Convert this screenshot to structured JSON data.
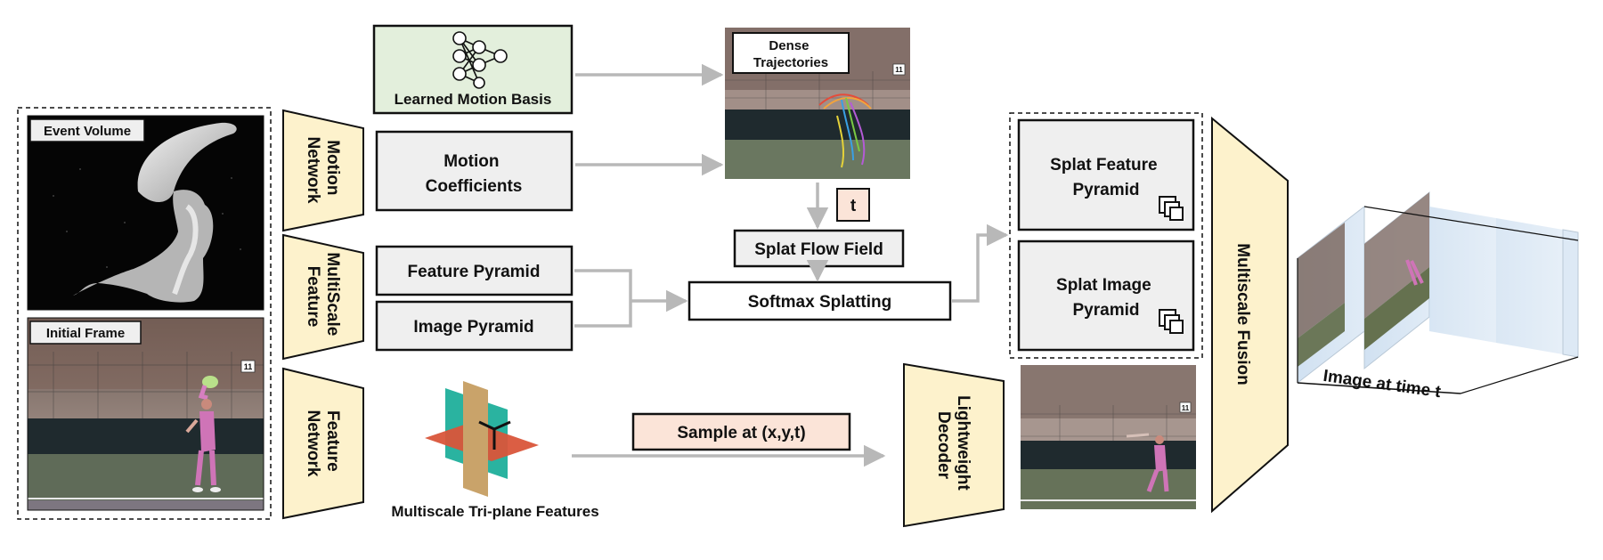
{
  "diagram": {
    "inputs": {
      "event_volume_label": "Event Volume",
      "initial_frame_label": "Initial Frame",
      "frame_badge": "11"
    },
    "networks": {
      "motion_network": [
        "Motion",
        "Network"
      ],
      "multiscale_feature": [
        "MultiScale",
        "Feature"
      ],
      "feature_network": [
        "Feature",
        "Network"
      ]
    },
    "boxes": {
      "learned_motion_basis": "Learned Motion Basis",
      "motion_coefficients": [
        "Motion",
        "Coefficients"
      ],
      "feature_pyramid": "Feature Pyramid",
      "image_pyramid": "Image Pyramid",
      "dense_trajectories": [
        "Dense",
        "Trajectories"
      ],
      "t_token": "t",
      "splat_flow_field": "Splat Flow Field",
      "softmax_splatting": "Softmax Splatting",
      "splat_feature_pyramid": [
        "Splat Feature",
        "Pyramid"
      ],
      "splat_image_pyramid": [
        "Splat Image",
        "Pyramid"
      ],
      "sample_at": "Sample at (x,y,t)",
      "triplane_caption": "Multiscale Tri-plane Features",
      "lightweight_decoder": [
        "Lightweight",
        "Decoder"
      ],
      "multiscale_fusion": "Multiscale Fusion",
      "output_caption": "Image at time t"
    },
    "colors": {
      "trapezoid_fill": "#fdf2cc",
      "basis_fill": "#e3efdc",
      "box_fill": "#efefef",
      "token_fill": "#fbe4d8",
      "arrow": "#b8b8b8",
      "outline": "#111111",
      "triplane_teal": "#2ab3a0",
      "triplane_red": "#d9553a",
      "triplane_tan": "#c9a36a"
    },
    "icons": {
      "basis": "neural-network-icon",
      "pyramid_stack": "stacked-layers-icon"
    }
  }
}
